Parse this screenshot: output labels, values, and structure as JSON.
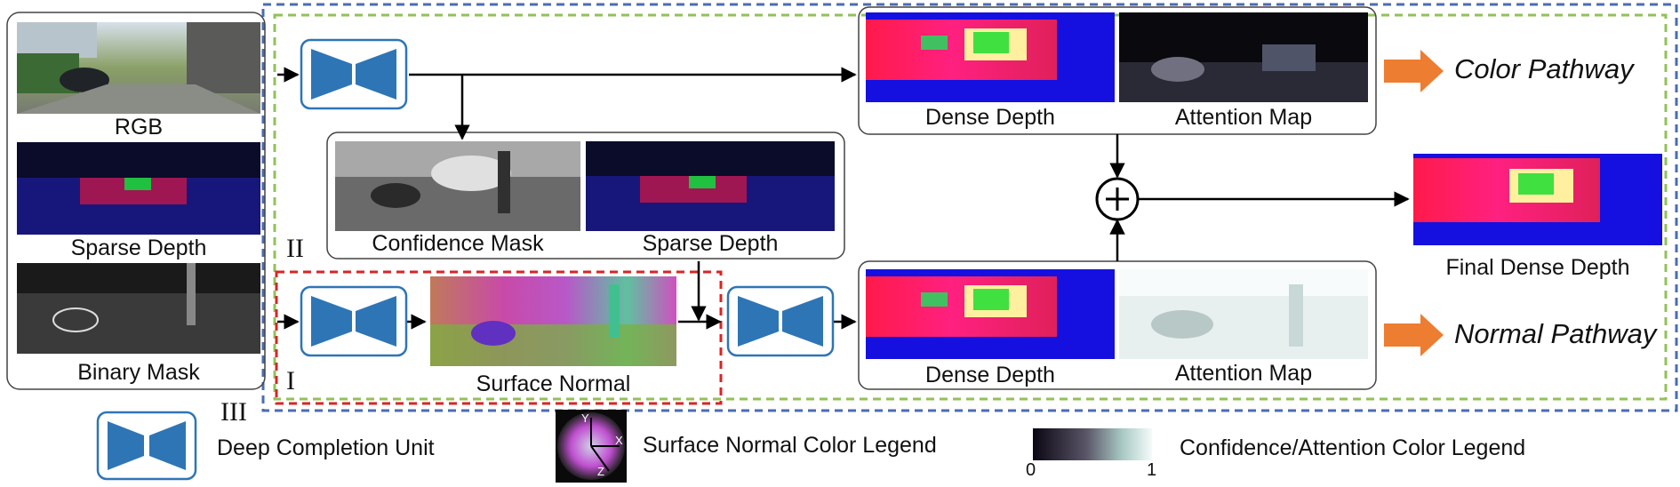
{
  "inputs": {
    "rgb_label": "RGB",
    "sparse_depth_label": "Sparse Depth",
    "binary_mask_label": "Binary Mask"
  },
  "stage_markers": {
    "one": "I",
    "two": "II",
    "three": "III"
  },
  "middle": {
    "confidence_mask_label": "Confidence Mask",
    "sparse_depth_label": "Sparse Depth",
    "surface_normal_label": "Surface Normal"
  },
  "color_branch": {
    "dense_depth_label": "Dense Depth",
    "attention_map_label": "Attention Map",
    "pathway_label": "Color Pathway"
  },
  "normal_branch": {
    "dense_depth_label": "Dense Depth",
    "attention_map_label": "Attention Map",
    "pathway_label": "Normal Pathway"
  },
  "output": {
    "final_label": "Final Dense Depth"
  },
  "legend": {
    "dcu_label": "Deep Completion Unit",
    "normal_legend_label": "Surface Normal Color Legend",
    "confidence_legend_label": "Confidence/Attention  Color Legend",
    "scale_min": "0",
    "scale_max": "1",
    "axis_x": "X",
    "axis_y": "Y",
    "axis_z": "Z"
  },
  "colors": {
    "blue_dashed": "#4a6cb3",
    "green_dashed": "#92c15a",
    "red_dashed": "#d92424",
    "dcu_fill": "#2e75b6",
    "pathway_arrow": "#ed7d31"
  }
}
